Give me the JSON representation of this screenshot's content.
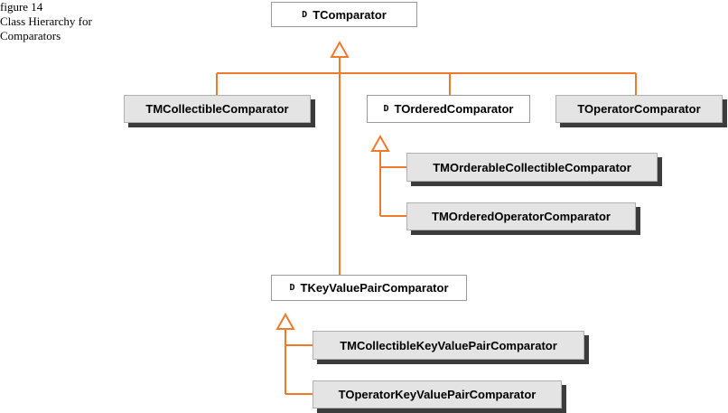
{
  "caption": {
    "line1": "figure 14",
    "line2": "Class Hierarchy for",
    "line3": "Comparators"
  },
  "marker": "D",
  "colors": {
    "connector": "#f07a2a",
    "mixin_fill": "#e4e4e4",
    "shadow": "#3c3c3c"
  },
  "classes": {
    "tcomparator": "TComparator",
    "tmcollectible": "TMCollectibleComparator",
    "tordered": "TOrderedComparator",
    "toperator": "TOperatorComparator",
    "tmorderable": "TMOrderableCollectibleComparator",
    "tmorderedop": "TMOrderedOperatorComparator",
    "tkeyvalue": "TKeyValuePairComparator",
    "tmcollkv": "TMCollectibleKeyValuePairComparator",
    "topkv": "TOperatorKeyValuePairComparator"
  }
}
